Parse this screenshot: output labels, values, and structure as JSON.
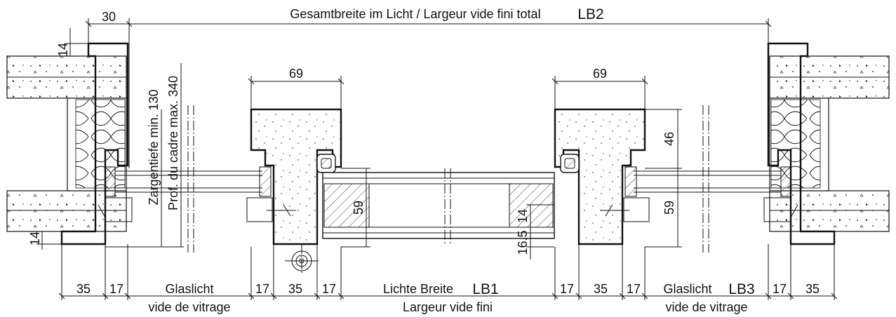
{
  "labels": {
    "top_title": "Gesamtbreite im Licht / Largeur vide fini total",
    "top_title_code": "LB2",
    "dim_30": "30",
    "dim_14_top": "14",
    "dim_14_bottom": "14",
    "dim_69_left": "69",
    "dim_69_right": "69",
    "dim_46": "46",
    "dim_59_left": "59",
    "dim_59_right": "59",
    "dim_14_mid": "14",
    "dim_16_5": "16.5",
    "vertical_depth_de": "Zargentiefe min. 130",
    "vertical_depth_fr": "Prof. du cadre max. 340",
    "bottom_dims": [
      "35",
      "17",
      "17",
      "35",
      "17",
      "17",
      "35",
      "17",
      "17",
      "35"
    ],
    "glaslicht_left": "Glaslicht",
    "vide_vitrage_left": "vide de vitrage",
    "lichte_breite": "Lichte Breite",
    "lichte_breite_code": "LB1",
    "largeur_vide_fini": "Largeur vide fini",
    "glaslicht_right": "Glaslicht",
    "glaslicht_right_code": "LB3",
    "vide_vitrage_right": "vide de vitrage"
  },
  "colors": {
    "line": "#111111",
    "wall_fill": "#ffffff"
  }
}
